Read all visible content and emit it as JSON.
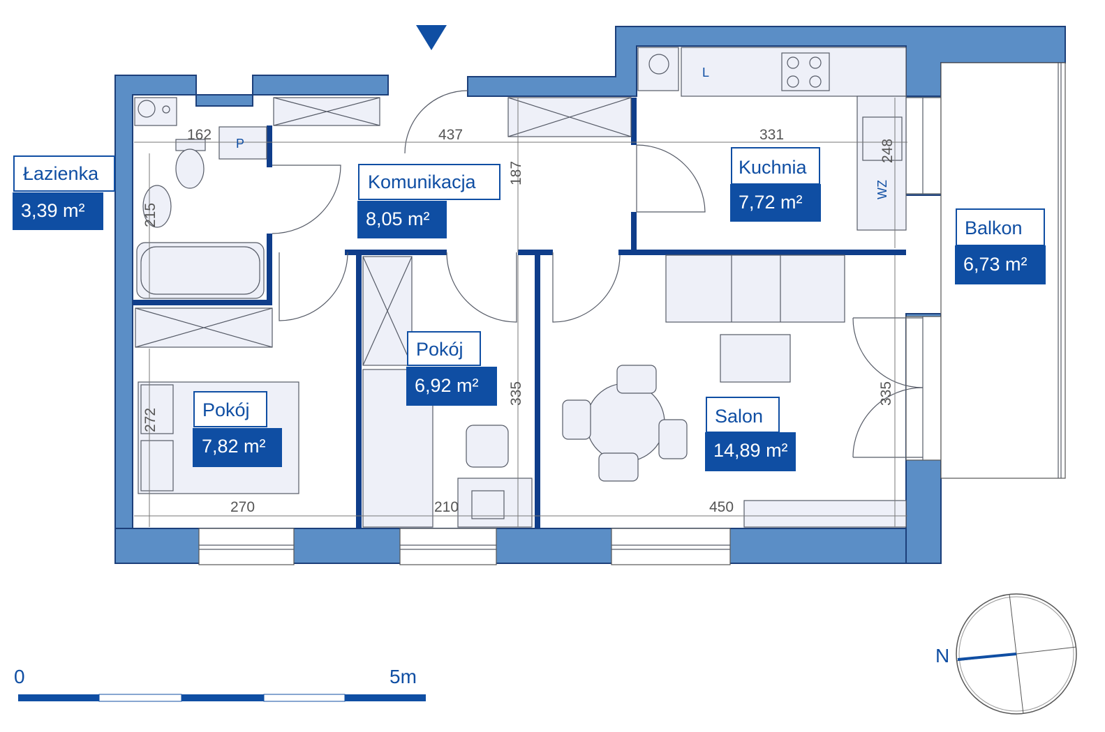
{
  "rooms": {
    "lazienka": {
      "name": "Łazienka",
      "area": "3,39 m²"
    },
    "komunikacja": {
      "name": "Komunikacja",
      "area": "8,05 m²"
    },
    "kuchnia": {
      "name": "Kuchnia",
      "area": "7,72 m²"
    },
    "balkon": {
      "name": "Balkon",
      "area": "6,73 m²"
    },
    "pokoj_small": {
      "name": "Pokój",
      "area": "6,92 m²"
    },
    "pokoj_left": {
      "name": "Pokój",
      "area": "7,82 m²"
    },
    "salon": {
      "name": "Salon",
      "area": "14,89 m²"
    }
  },
  "dimensions": {
    "d162": "162",
    "d437": "437",
    "d331": "331",
    "d248": "248",
    "d187": "187",
    "d215": "215",
    "d272": "272",
    "d335a": "335",
    "d335b": "335",
    "d270": "270",
    "d210": "210",
    "d450": "450"
  },
  "markers": {
    "p": "P",
    "l": "L",
    "wz": "WZ"
  },
  "scale": {
    "start": "0",
    "end": "5m"
  },
  "compass": {
    "north": "N"
  },
  "colors": {
    "wall": "#5b8ec6",
    "accent": "#0f4ea3"
  }
}
